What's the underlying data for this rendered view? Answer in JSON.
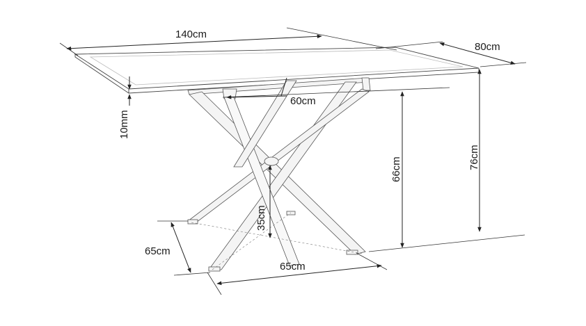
{
  "dimensions": {
    "top_length": "140cm",
    "top_depth": "80cm",
    "frame_span": "60cm",
    "glass_thickness": "10mm",
    "frame_height": "66cm",
    "total_height": "76cm",
    "crossing_height": "35cm",
    "base_depth": "65cm",
    "base_width": "65cm"
  }
}
